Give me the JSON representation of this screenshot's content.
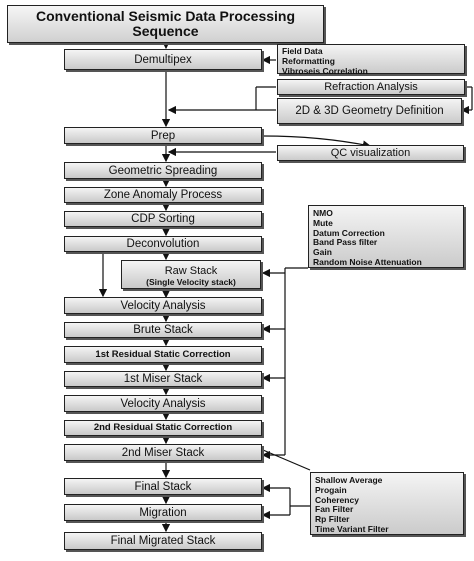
{
  "title": {
    "line1": "Conventional Seismic Data Processing",
    "line2": "Sequence"
  },
  "main_steps": [
    "Demultipex",
    "Prep",
    "Geometric Spreading",
    "Zone Anomaly Process",
    "CDP Sorting",
    "Deconvolution",
    "Velocity Analysis",
    "Brute Stack",
    "1st Residual Static Correction",
    "1st Miser Stack",
    "Velocity Analysis",
    "2nd Residual Static Correction",
    "2nd Miser Stack",
    "Final Stack",
    "Migration",
    "Final Migrated Stack"
  ],
  "raw_stack": {
    "label": "Raw Stack",
    "sub": "(Single Velocity stack)"
  },
  "inputs": {
    "field": [
      "Field Data",
      "Reformatting",
      "Vibroseis Correlation"
    ],
    "refraction": "Refraction Analysis",
    "geometry": "2D & 3D Geometry Definition",
    "qc": "QC visualization"
  },
  "processing_list": [
    "NMO",
    "Mute",
    "Datum Correction",
    "Band Pass filter",
    "Gain",
    "Random Noise Attenuation"
  ],
  "post_stack_list": [
    "Shallow Average",
    "Progain",
    "Coherency",
    "Fan Filter",
    "Rp Filter",
    "Time Variant Filter"
  ],
  "colors": {
    "box_top": "#f4f4f4",
    "box_bottom": "#c9c9c9",
    "line": "#111111"
  }
}
